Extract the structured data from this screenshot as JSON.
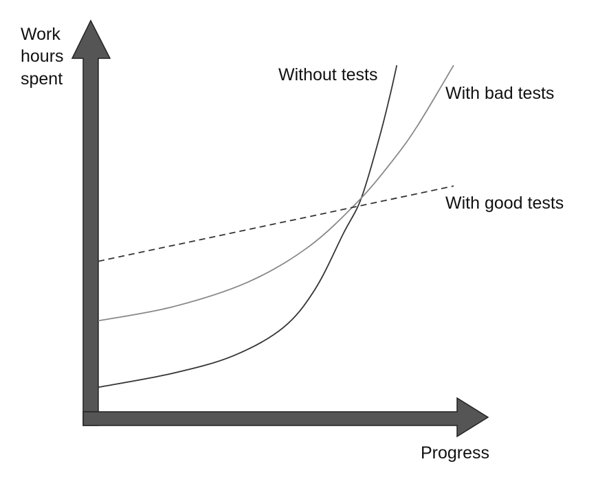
{
  "chart_data": {
    "type": "line",
    "title": "",
    "xlabel": "Progress",
    "ylabel_lines": [
      "Work",
      "hours",
      "spent"
    ],
    "xlim": [
      0,
      100
    ],
    "ylim": [
      0,
      100
    ],
    "grid": false,
    "legend": "inline labels at line ends",
    "series": [
      {
        "name": "Without tests",
        "style": "solid",
        "color": "#333333",
        "x": [
          0,
          21,
          38,
          52,
          61,
          69,
          74,
          79,
          82,
          84
        ],
        "y": [
          7,
          11,
          16,
          24,
          35,
          51,
          61,
          78,
          90,
          99
        ]
      },
      {
        "name": "With bad tests",
        "style": "solid",
        "color": "#888888",
        "x": [
          0,
          21,
          42,
          59,
          73,
          83,
          90,
          100
        ],
        "y": [
          26,
          30,
          37,
          47,
          60,
          72,
          82,
          99
        ]
      },
      {
        "name": "With good tests",
        "style": "dashed",
        "color": "#333333",
        "x": [
          0,
          100
        ],
        "y": [
          43,
          64.5
        ]
      }
    ]
  },
  "colors": {
    "axis_fill": "#555555",
    "axis_stroke": "#222222"
  }
}
